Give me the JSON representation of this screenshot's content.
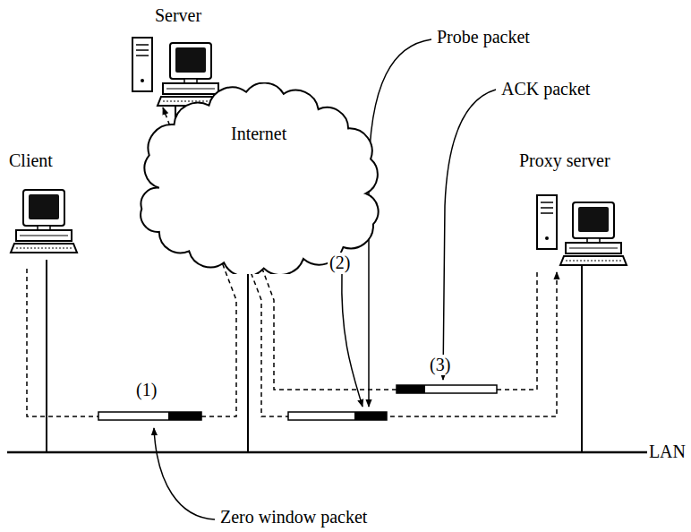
{
  "diagram": {
    "nodes": [
      {
        "text": [
          "Server"
        ]
      },
      {
        "text": [
          "Internet"
        ]
      },
      {
        "text": [
          "Client"
        ]
      },
      {
        "text": [
          "Proxy server"
        ]
      }
    ],
    "edges": [
      {
        "from": 2,
        "to": 0,
        "arrow": "to"
      },
      {
        "from": 0,
        "to": 3,
        "arrow": "to"
      },
      {
        "from": 3,
        "to": 0,
        "arrow": "to"
      }
    ],
    "labels": [
      "(1)",
      "(2)",
      "(3)",
      "Probe packet",
      "ACK packet",
      "Zero window packet",
      "LAN"
    ]
  }
}
